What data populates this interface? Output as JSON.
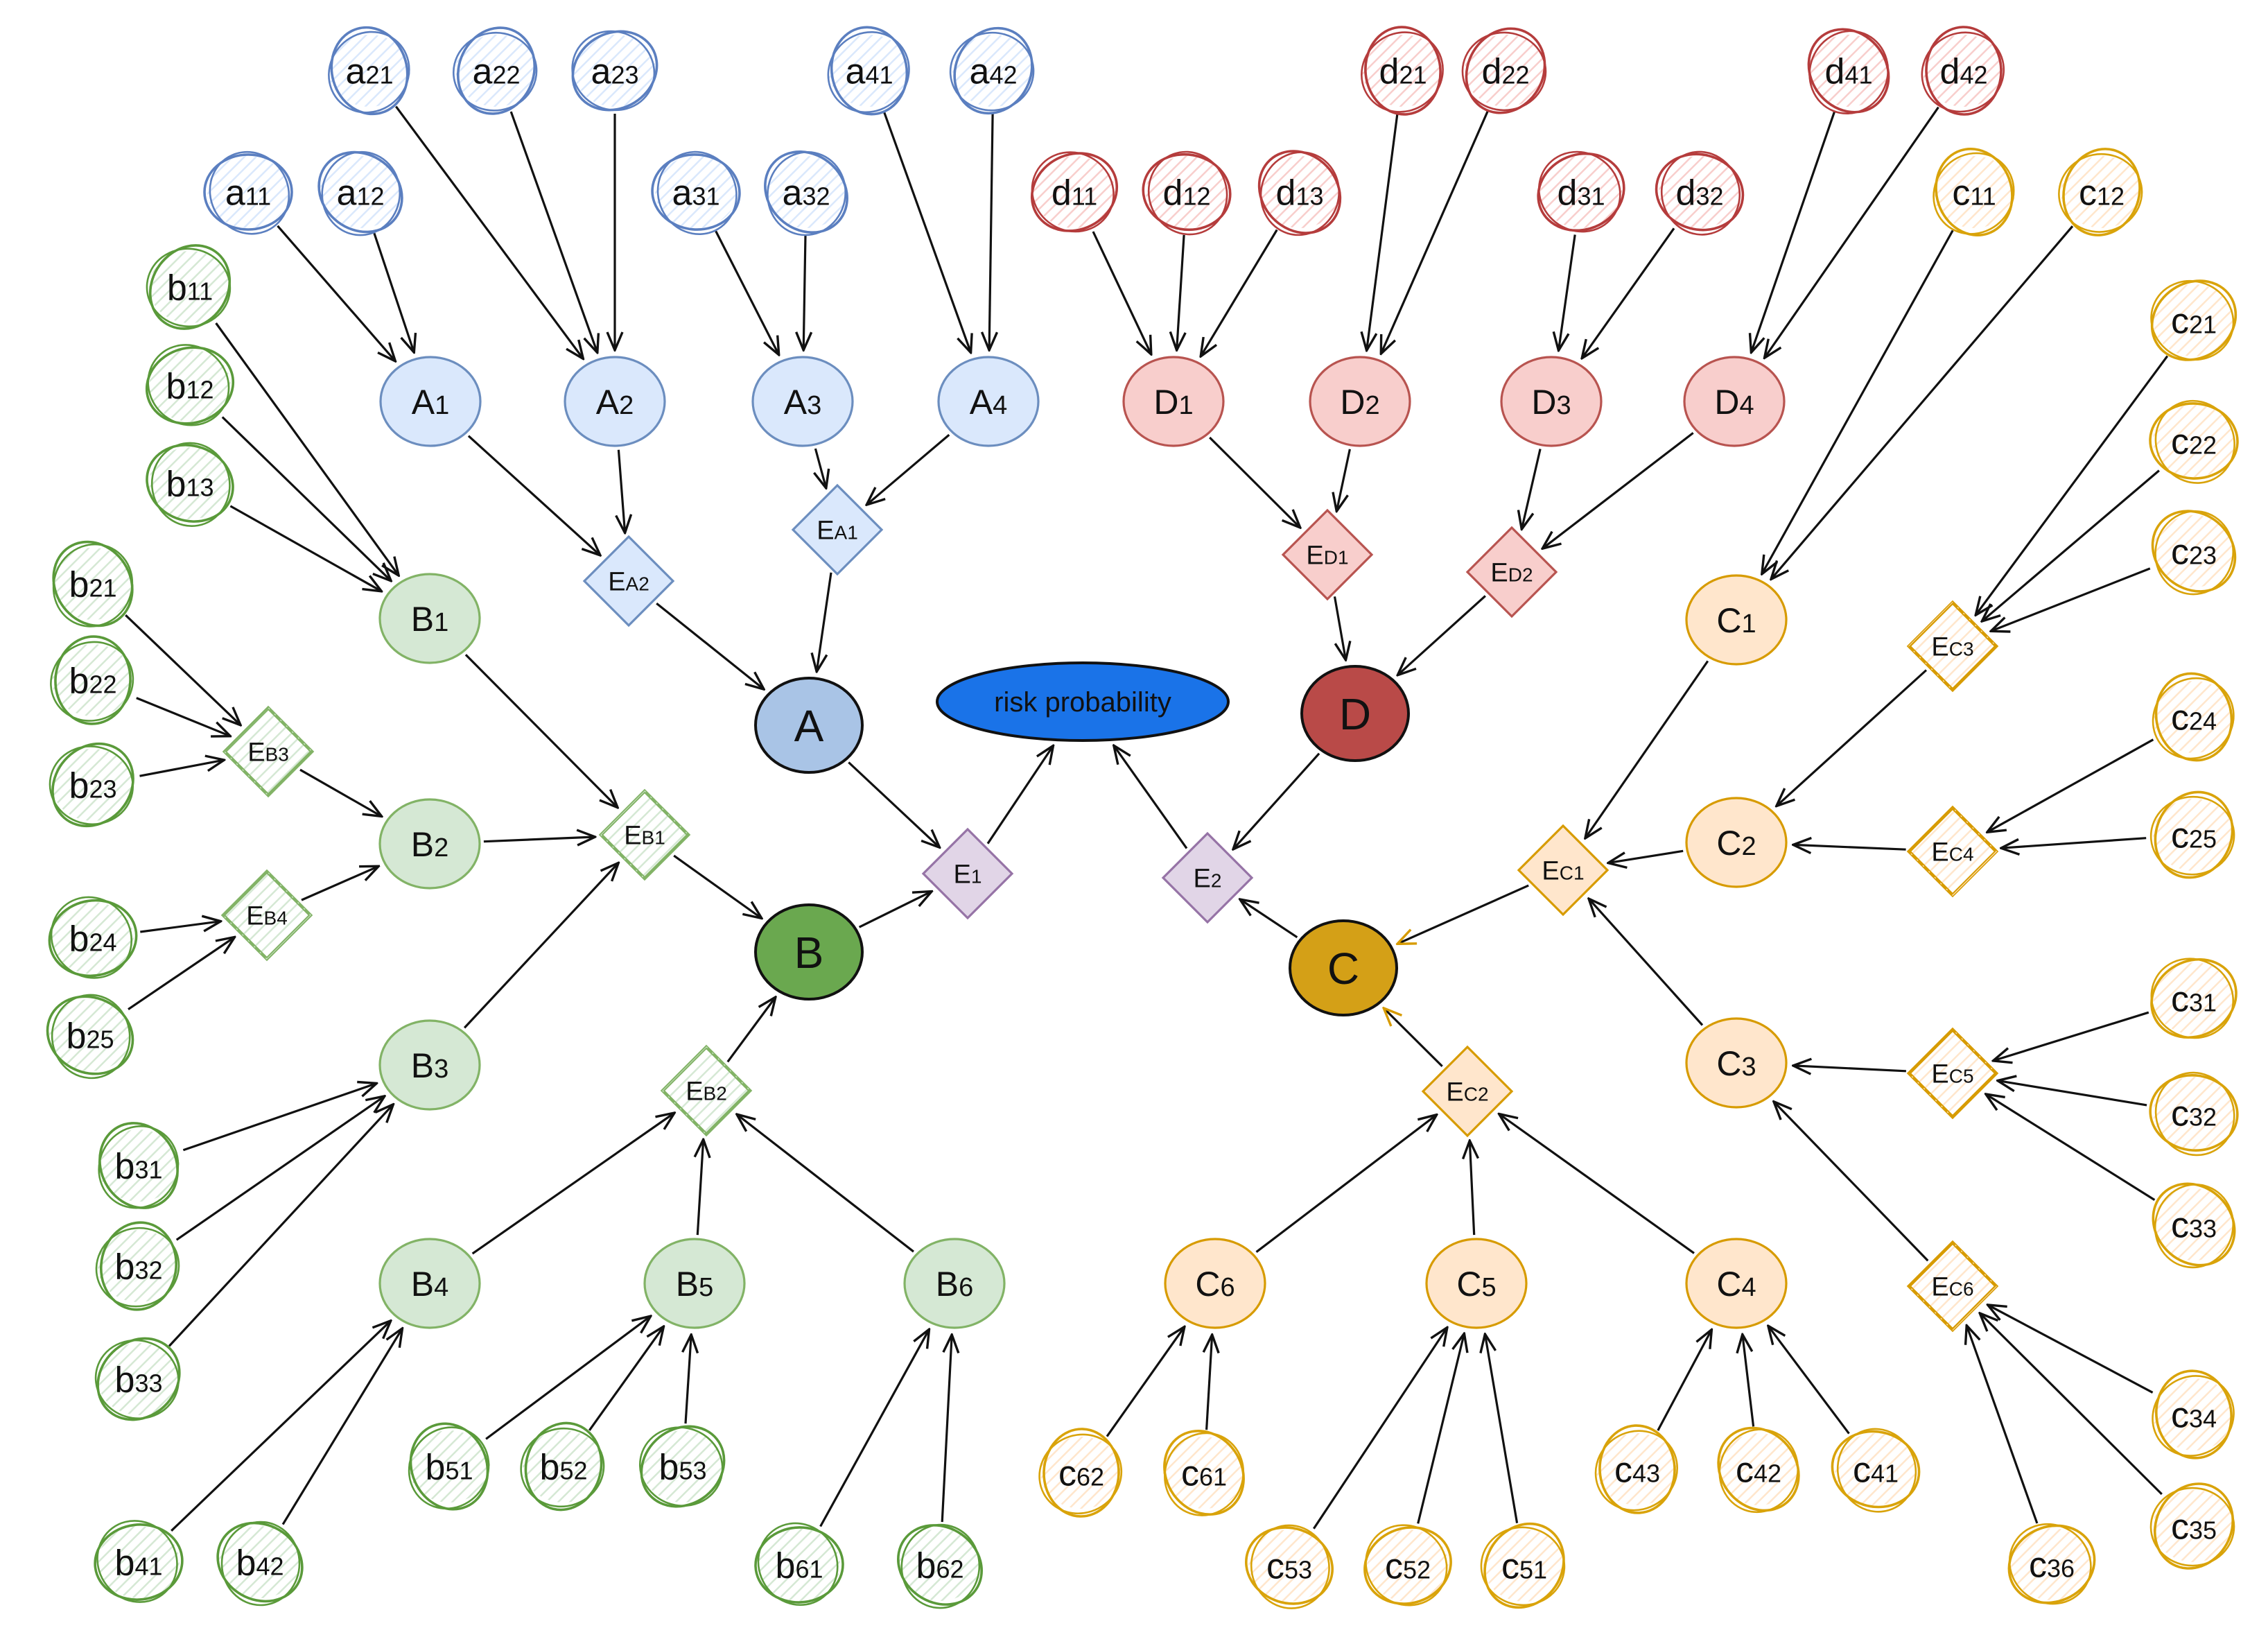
{
  "palette": {
    "blue": {
      "fill": "#dae8fc",
      "stroke": "#6c8ebf",
      "leaf": "#5b7fc0"
    },
    "red": {
      "fill": "#f8cecc",
      "stroke": "#b85450",
      "leaf": "#b53c3c"
    },
    "green": {
      "fill": "#d5e8d4",
      "stroke": "#82b366",
      "leaf": "#5a9a3a"
    },
    "orange": {
      "fill": "#ffe6cc",
      "stroke": "#d79b00",
      "leaf": "#d9a30a"
    },
    "purple": {
      "fill": "#e1d5e7",
      "stroke": "#9673a6"
    },
    "A": {
      "fill": "#a9c4e6",
      "stroke": "#111111"
    },
    "B": {
      "fill": "#6aa84f",
      "stroke": "#111111"
    },
    "C": {
      "fill": "#d4a017",
      "stroke": "#111111"
    },
    "D": {
      "fill": "#b94a48",
      "stroke": "#111111"
    },
    "top": {
      "fill": "#1a73e8",
      "stroke": "#111111"
    }
  },
  "top": {
    "label": "risk probability"
  },
  "main": [
    {
      "id": "A",
      "label": "A"
    },
    {
      "id": "B",
      "label": "B"
    },
    {
      "id": "C",
      "label": "C"
    },
    {
      "id": "D",
      "label": "D"
    }
  ],
  "gates": [
    {
      "id": "E1",
      "main": "E",
      "sub": "1",
      "color": "purple"
    },
    {
      "id": "E2",
      "main": "E",
      "sub": "2",
      "color": "purple"
    },
    {
      "id": "EA1",
      "main": "E",
      "sub": "A1",
      "color": "blue"
    },
    {
      "id": "EA2",
      "main": "E",
      "sub": "A2",
      "color": "blue"
    },
    {
      "id": "ED1",
      "main": "E",
      "sub": "D1",
      "color": "red"
    },
    {
      "id": "ED2",
      "main": "E",
      "sub": "D2",
      "color": "red"
    },
    {
      "id": "EB1",
      "main": "E",
      "sub": "B1",
      "color": "green"
    },
    {
      "id": "EB2",
      "main": "E",
      "sub": "B2",
      "color": "green"
    },
    {
      "id": "EB3",
      "main": "E",
      "sub": "B3",
      "color": "green"
    },
    {
      "id": "EB4",
      "main": "E",
      "sub": "B4",
      "color": "green"
    },
    {
      "id": "EC1",
      "main": "E",
      "sub": "C1",
      "color": "orange"
    },
    {
      "id": "EC2",
      "main": "E",
      "sub": "C2",
      "color": "orange"
    },
    {
      "id": "EC3",
      "main": "E",
      "sub": "C3",
      "color": "orange"
    },
    {
      "id": "EC4",
      "main": "E",
      "sub": "C4",
      "color": "orange"
    },
    {
      "id": "EC5",
      "main": "E",
      "sub": "C5",
      "color": "orange"
    },
    {
      "id": "EC6",
      "main": "E",
      "sub": "C6",
      "color": "orange"
    }
  ],
  "subs": [
    {
      "id": "A1",
      "main": "A",
      "sub": "1",
      "color": "blue"
    },
    {
      "id": "A2",
      "main": "A",
      "sub": "2",
      "color": "blue"
    },
    {
      "id": "A3",
      "main": "A",
      "sub": "3",
      "color": "blue"
    },
    {
      "id": "A4",
      "main": "A",
      "sub": "4",
      "color": "blue"
    },
    {
      "id": "D1",
      "main": "D",
      "sub": "1",
      "color": "red"
    },
    {
      "id": "D2",
      "main": "D",
      "sub": "2",
      "color": "red"
    },
    {
      "id": "D3",
      "main": "D",
      "sub": "3",
      "color": "red"
    },
    {
      "id": "D4",
      "main": "D",
      "sub": "4",
      "color": "red"
    },
    {
      "id": "B1",
      "main": "B",
      "sub": "1",
      "color": "green"
    },
    {
      "id": "B2",
      "main": "B",
      "sub": "2",
      "color": "green"
    },
    {
      "id": "B3",
      "main": "B",
      "sub": "3",
      "color": "green"
    },
    {
      "id": "B4",
      "main": "B",
      "sub": "4",
      "color": "green"
    },
    {
      "id": "B5",
      "main": "B",
      "sub": "5",
      "color": "green"
    },
    {
      "id": "B6",
      "main": "B",
      "sub": "6",
      "color": "green"
    },
    {
      "id": "C1",
      "main": "C",
      "sub": "1",
      "color": "orange"
    },
    {
      "id": "C2",
      "main": "C",
      "sub": "2",
      "color": "orange"
    },
    {
      "id": "C3",
      "main": "C",
      "sub": "3",
      "color": "orange"
    },
    {
      "id": "C4",
      "main": "C",
      "sub": "4",
      "color": "orange"
    },
    {
      "id": "C5",
      "main": "C",
      "sub": "5",
      "color": "orange"
    },
    {
      "id": "C6",
      "main": "C",
      "sub": "6",
      "color": "orange"
    }
  ],
  "leaves": [
    {
      "id": "a11",
      "main": "a",
      "sub": "11",
      "color": "blue"
    },
    {
      "id": "a12",
      "main": "a",
      "sub": "12",
      "color": "blue"
    },
    {
      "id": "a21",
      "main": "a",
      "sub": "21",
      "color": "blue"
    },
    {
      "id": "a22",
      "main": "a",
      "sub": "22",
      "color": "blue"
    },
    {
      "id": "a23",
      "main": "a",
      "sub": "23",
      "color": "blue"
    },
    {
      "id": "a31",
      "main": "a",
      "sub": "31",
      "color": "blue"
    },
    {
      "id": "a32",
      "main": "a",
      "sub": "32",
      "color": "blue"
    },
    {
      "id": "a41",
      "main": "a",
      "sub": "41",
      "color": "blue"
    },
    {
      "id": "a42",
      "main": "a",
      "sub": "42",
      "color": "blue"
    },
    {
      "id": "d11",
      "main": "d",
      "sub": "11",
      "color": "red"
    },
    {
      "id": "d12",
      "main": "d",
      "sub": "12",
      "color": "red"
    },
    {
      "id": "d13",
      "main": "d",
      "sub": "13",
      "color": "red"
    },
    {
      "id": "d21",
      "main": "d",
      "sub": "21",
      "color": "red"
    },
    {
      "id": "d22",
      "main": "d",
      "sub": "22",
      "color": "red"
    },
    {
      "id": "d31",
      "main": "d",
      "sub": "31",
      "color": "red"
    },
    {
      "id": "d32",
      "main": "d",
      "sub": "32",
      "color": "red"
    },
    {
      "id": "d41",
      "main": "d",
      "sub": "41",
      "color": "red"
    },
    {
      "id": "d42",
      "main": "d",
      "sub": "42",
      "color": "red"
    },
    {
      "id": "b11",
      "main": "b",
      "sub": "11",
      "color": "green"
    },
    {
      "id": "b12",
      "main": "b",
      "sub": "12",
      "color": "green"
    },
    {
      "id": "b13",
      "main": "b",
      "sub": "13",
      "color": "green"
    },
    {
      "id": "b21",
      "main": "b",
      "sub": "21",
      "color": "green"
    },
    {
      "id": "b22",
      "main": "b",
      "sub": "22",
      "color": "green"
    },
    {
      "id": "b23",
      "main": "b",
      "sub": "23",
      "color": "green"
    },
    {
      "id": "b24",
      "main": "b",
      "sub": "24",
      "color": "green"
    },
    {
      "id": "b25",
      "main": "b",
      "sub": "25",
      "color": "green"
    },
    {
      "id": "b31",
      "main": "b",
      "sub": "31",
      "color": "green"
    },
    {
      "id": "b32",
      "main": "b",
      "sub": "32",
      "color": "green"
    },
    {
      "id": "b33",
      "main": "b",
      "sub": "33",
      "color": "green"
    },
    {
      "id": "b41",
      "main": "b",
      "sub": "41",
      "color": "green"
    },
    {
      "id": "b42",
      "main": "b",
      "sub": "42",
      "color": "green"
    },
    {
      "id": "b51",
      "main": "b",
      "sub": "51",
      "color": "green"
    },
    {
      "id": "b52",
      "main": "b",
      "sub": "52",
      "color": "green"
    },
    {
      "id": "b53",
      "main": "b",
      "sub": "53",
      "color": "green"
    },
    {
      "id": "b61",
      "main": "b",
      "sub": "61",
      "color": "green"
    },
    {
      "id": "b62",
      "main": "b",
      "sub": "62",
      "color": "green"
    },
    {
      "id": "c11",
      "main": "c",
      "sub": "11",
      "color": "orange"
    },
    {
      "id": "c12",
      "main": "c",
      "sub": "12",
      "color": "orange"
    },
    {
      "id": "c21",
      "main": "c",
      "sub": "21",
      "color": "orange"
    },
    {
      "id": "c22",
      "main": "c",
      "sub": "22",
      "color": "orange"
    },
    {
      "id": "c23",
      "main": "c",
      "sub": "23",
      "color": "orange"
    },
    {
      "id": "c24",
      "main": "c",
      "sub": "24",
      "color": "orange"
    },
    {
      "id": "c25",
      "main": "c",
      "sub": "25",
      "color": "orange"
    },
    {
      "id": "c31",
      "main": "c",
      "sub": "31",
      "color": "orange"
    },
    {
      "id": "c32",
      "main": "c",
      "sub": "32",
      "color": "orange"
    },
    {
      "id": "c33",
      "main": "c",
      "sub": "33",
      "color": "orange"
    },
    {
      "id": "c34",
      "main": "c",
      "sub": "34",
      "color": "orange"
    },
    {
      "id": "c35",
      "main": "c",
      "sub": "35",
      "color": "orange"
    },
    {
      "id": "c36",
      "main": "c",
      "sub": "36",
      "color": "orange"
    },
    {
      "id": "c41",
      "main": "c",
      "sub": "41",
      "color": "orange"
    },
    {
      "id": "c42",
      "main": "c",
      "sub": "42",
      "color": "orange"
    },
    {
      "id": "c43",
      "main": "c",
      "sub": "43",
      "color": "orange"
    },
    {
      "id": "c51",
      "main": "c",
      "sub": "51",
      "color": "orange"
    },
    {
      "id": "c52",
      "main": "c",
      "sub": "52",
      "color": "orange"
    },
    {
      "id": "c53",
      "main": "c",
      "sub": "53",
      "color": "orange"
    },
    {
      "id": "c61",
      "main": "c",
      "sub": "61",
      "color": "orange"
    },
    {
      "id": "c62",
      "main": "c",
      "sub": "62",
      "color": "orange"
    }
  ],
  "edges": [
    [
      "A",
      "E1"
    ],
    [
      "B",
      "E1"
    ],
    [
      "E1",
      "TOP"
    ],
    [
      "D",
      "E2"
    ],
    [
      "C",
      "E2"
    ],
    [
      "E2",
      "TOP"
    ],
    [
      "EA2",
      "A"
    ],
    [
      "EA1",
      "A"
    ],
    [
      "A1",
      "EA2"
    ],
    [
      "A2",
      "EA2"
    ],
    [
      "A3",
      "EA1"
    ],
    [
      "A4",
      "EA1"
    ],
    [
      "a11",
      "A1"
    ],
    [
      "a12",
      "A1"
    ],
    [
      "a21",
      "A2"
    ],
    [
      "a22",
      "A2"
    ],
    [
      "a23",
      "A2"
    ],
    [
      "a31",
      "A3"
    ],
    [
      "a32",
      "A3"
    ],
    [
      "a41",
      "A4"
    ],
    [
      "a42",
      "A4"
    ],
    [
      "ED1",
      "D"
    ],
    [
      "ED2",
      "D"
    ],
    [
      "D1",
      "ED1"
    ],
    [
      "D2",
      "ED1"
    ],
    [
      "D3",
      "ED2"
    ],
    [
      "D4",
      "ED2"
    ],
    [
      "d11",
      "D1"
    ],
    [
      "d12",
      "D1"
    ],
    [
      "d13",
      "D1"
    ],
    [
      "d21",
      "D2"
    ],
    [
      "d22",
      "D2"
    ],
    [
      "d31",
      "D3"
    ],
    [
      "d32",
      "D3"
    ],
    [
      "d41",
      "D4"
    ],
    [
      "d42",
      "D4"
    ],
    [
      "EB1",
      "B"
    ],
    [
      "EB2",
      "B"
    ],
    [
      "B1",
      "EB1"
    ],
    [
      "B2",
      "EB1"
    ],
    [
      "B3",
      "EB1"
    ],
    [
      "B4",
      "EB2"
    ],
    [
      "B5",
      "EB2"
    ],
    [
      "B6",
      "EB2"
    ],
    [
      "EB3",
      "B2"
    ],
    [
      "EB4",
      "B2"
    ],
    [
      "b11",
      "B1"
    ],
    [
      "b12",
      "B1"
    ],
    [
      "b13",
      "B1"
    ],
    [
      "b21",
      "EB3"
    ],
    [
      "b22",
      "EB3"
    ],
    [
      "b23",
      "EB3"
    ],
    [
      "b24",
      "EB4"
    ],
    [
      "b25",
      "EB4"
    ],
    [
      "b31",
      "B3"
    ],
    [
      "b32",
      "B3"
    ],
    [
      "b33",
      "B3"
    ],
    [
      "b41",
      "B4"
    ],
    [
      "b42",
      "B4"
    ],
    [
      "b51",
      "B5"
    ],
    [
      "b52",
      "B5"
    ],
    [
      "b53",
      "B5"
    ],
    [
      "b61",
      "B6"
    ],
    [
      "b62",
      "B6"
    ],
    [
      "EC1",
      "C"
    ],
    [
      "EC2",
      "C"
    ],
    [
      "C1",
      "EC1"
    ],
    [
      "C2",
      "EC1"
    ],
    [
      "C3",
      "EC1"
    ],
    [
      "EC3",
      "C2"
    ],
    [
      "EC4",
      "C2"
    ],
    [
      "EC5",
      "C3"
    ],
    [
      "EC6",
      "C3"
    ],
    [
      "C4",
      "EC2"
    ],
    [
      "C5",
      "EC2"
    ],
    [
      "C6",
      "EC2"
    ],
    [
      "c11",
      "C1"
    ],
    [
      "c12",
      "C1"
    ],
    [
      "c21",
      "EC3"
    ],
    [
      "c22",
      "EC3"
    ],
    [
      "c23",
      "EC3"
    ],
    [
      "c24",
      "EC4"
    ],
    [
      "c25",
      "EC4"
    ],
    [
      "c31",
      "EC5"
    ],
    [
      "c32",
      "EC5"
    ],
    [
      "c33",
      "EC5"
    ],
    [
      "c34",
      "EC6"
    ],
    [
      "c35",
      "EC6"
    ],
    [
      "c36",
      "EC6"
    ],
    [
      "c41",
      "C4"
    ],
    [
      "c42",
      "C4"
    ],
    [
      "c43",
      "C4"
    ],
    [
      "c51",
      "C5"
    ],
    [
      "c52",
      "C5"
    ],
    [
      "c53",
      "C5"
    ],
    [
      "c61",
      "C6"
    ],
    [
      "c62",
      "C6"
    ]
  ],
  "highlight_edges": [
    [
      "EC1",
      "C"
    ],
    [
      "EC2",
      "C"
    ]
  ]
}
